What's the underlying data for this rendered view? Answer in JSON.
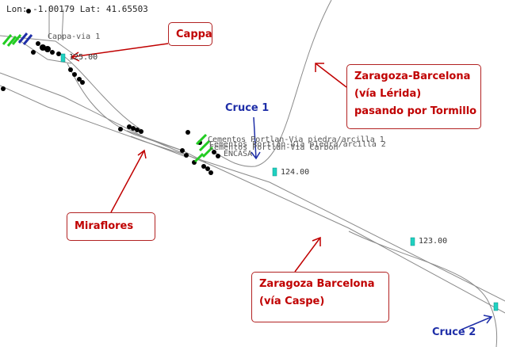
{
  "coordinates": {
    "text": "Lon: -1.00179 Lat: 41.65503"
  },
  "callouts": {
    "cappa": "Cappa",
    "zaragoza_lerida_line1": "Zaragoza-Barcelona",
    "zaragoza_lerida_line2": "(vía Lérida)",
    "zaragoza_lerida_line3": "pasando por Tormillo",
    "miraflores": "Miraflores",
    "zaragoza_caspe_line1": "Zaragoza Barcelona",
    "zaragoza_caspe_line2": "(vía Caspe)"
  },
  "junctions": {
    "cruce1": "Cruce 1",
    "cruce2": "Cruce 2"
  },
  "km_posts": {
    "k125": "125.00",
    "k124": "124.00",
    "k123": "123.00"
  },
  "sidings": {
    "cappa_via_1": "Cappa-via 1",
    "cementos_1": "Cementos Portlan-Via piedra/arcilla 1",
    "cementos_2": "Cementos Portlan-Via piedra/arcilla 2",
    "cementos_carbon": "Cementos Portlan-Via Carbon",
    "encasa": "ENCASA"
  },
  "colors": {
    "callout_text": "#c00000",
    "callout_border": "#b22222",
    "arrow_red": "#c00000",
    "arrow_blue": "#1f2fa8",
    "track": "#8a8a8a",
    "signal": "#22cc22",
    "km_marker": "#1fd1c1",
    "node": "#000000"
  }
}
